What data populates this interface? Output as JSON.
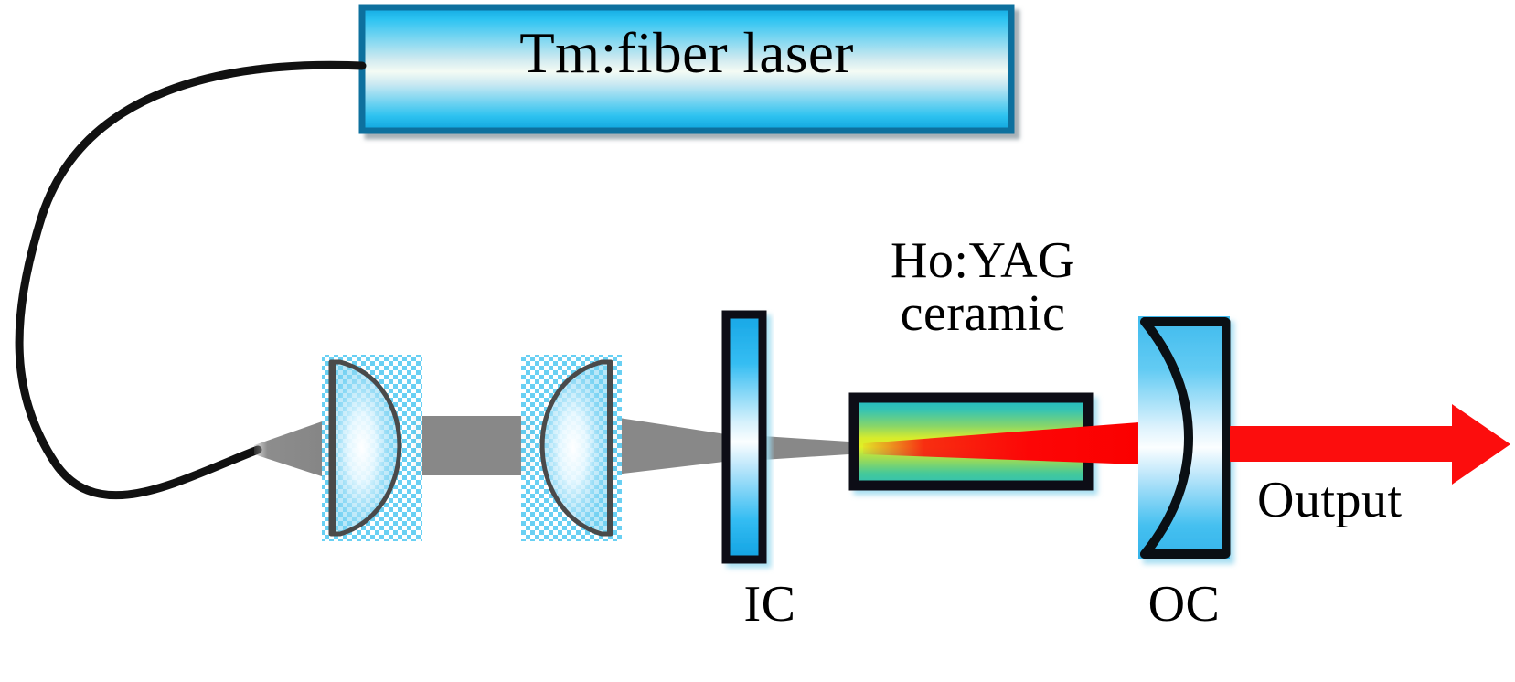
{
  "figure": {
    "kind": "optical-schematic",
    "description": "Tm:fiber laser pumped Ho:YAG ceramic laser cavity"
  },
  "pump": {
    "label": "Tm:fiber laser",
    "box_fill_edge": "#18b0e8",
    "box_fill_center": "#eef7f3",
    "border": "#0b6f9e"
  },
  "fiber": {
    "name": "delivery-fiber",
    "color": "#111111"
  },
  "lenses": [
    {
      "name": "collimating-lens",
      "label": ""
    },
    {
      "name": "focusing-lens",
      "label": ""
    }
  ],
  "lens_style": {
    "tint": "#5cc8f0",
    "outline": "#4a4a4a",
    "highlight": "#ffffff"
  },
  "input_coupler": {
    "label": "IC",
    "fill_edge": "#19a8e8",
    "fill_center": "#f2fbff",
    "border": "#0a0f14"
  },
  "gain_medium": {
    "label_line1": "Ho:YAG",
    "label_line2": "ceramic",
    "fill_top": "#2bc3bb",
    "fill_mid": "#d9ee2a",
    "fill_bottom": "#3ec9a8",
    "border": "#0a0f14"
  },
  "output_coupler": {
    "label": "OC",
    "fill_edge": "#3cb9ee",
    "fill_center": "#f4fbff",
    "curve_color": "#0a0f14"
  },
  "beams": {
    "pump_beam": {
      "name": "pump-beam",
      "color": "#808080"
    },
    "laser_beam": {
      "name": "laser-beam",
      "color": "#fc0d0d"
    }
  },
  "output": {
    "label": "Output",
    "arrow_color": "#fc0d0d"
  }
}
